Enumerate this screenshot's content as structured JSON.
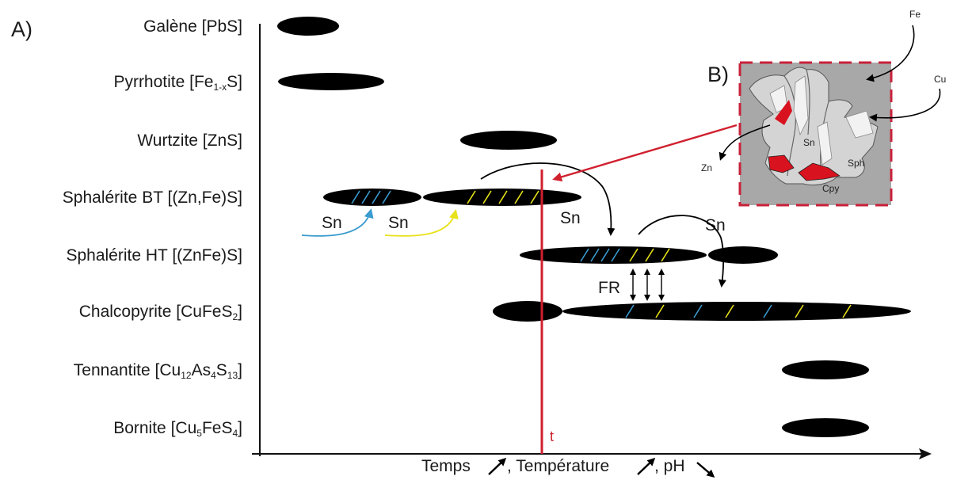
{
  "panel_a_label": "A)",
  "panel_b_label": "B)",
  "minerals": [
    {
      "name": "Galène [PbS]",
      "parts": [
        {
          "t": "Galène [PbS]"
        }
      ]
    },
    {
      "name": "Pyrrhotite [Fe1-xS]",
      "parts": [
        {
          "t": "Pyrrhotite [Fe"
        },
        {
          "t": "1-x",
          "sub": true
        },
        {
          "t": "S]"
        }
      ]
    },
    {
      "name": "Wurtzite [ZnS]",
      "parts": [
        {
          "t": "Wurtzite [ZnS]"
        }
      ]
    },
    {
      "name": "Sphalérite BT [(Zn,Fe)S]",
      "parts": [
        {
          "t": "Sphalérite BT [(Zn,Fe)S]"
        }
      ]
    },
    {
      "name": "Sphalérite HT [(ZnFe)S]",
      "parts": [
        {
          "t": "Sphalérite HT [(ZnFe)S]"
        }
      ]
    },
    {
      "name": "Chalcopyrite [CuFeS2]",
      "parts": [
        {
          "t": "Chalcopyrite [CuFeS"
        },
        {
          "t": "2",
          "sub": true
        },
        {
          "t": "]"
        }
      ]
    },
    {
      "name": "Tennantite [Cu12As4S13]",
      "parts": [
        {
          "t": "Tennantite [Cu"
        },
        {
          "t": "12",
          "sub": true
        },
        {
          "t": "As"
        },
        {
          "t": "4",
          "sub": true
        },
        {
          "t": "S"
        },
        {
          "t": "13",
          "sub": true
        },
        {
          "t": "]"
        }
      ]
    },
    {
      "name": "Bornite [Cu5FeS4]",
      "parts": [
        {
          "t": "Bornite [Cu"
        },
        {
          "t": "5",
          "sub": true
        },
        {
          "t": "FeS"
        },
        {
          "t": "4",
          "sub": true
        },
        {
          "t": "]"
        }
      ]
    }
  ],
  "x_axis": {
    "parts": [
      "Temps",
      ", Température",
      ", pH"
    ],
    "arrows": [
      "up-right",
      "up-right",
      "down-right"
    ]
  },
  "annotations": {
    "sn": [
      "Sn",
      "Sn",
      "Sn",
      "Sn"
    ],
    "fr": "FR",
    "time_marker": "t"
  },
  "inset_labels": {
    "fe": "Fe",
    "cu": "Cu",
    "zn": "Zn",
    "sn": "Sn",
    "sph": "Sph",
    "cpy": "Cpy"
  },
  "colors": {
    "bar": "#000000",
    "time_line": "#d0202e",
    "blue": "#3a9bcf",
    "yellow": "#e8e21a",
    "inset_bg": "#a8a8a8",
    "grain": "#e6e6e6",
    "chalcopyrite": "#d8121e"
  }
}
